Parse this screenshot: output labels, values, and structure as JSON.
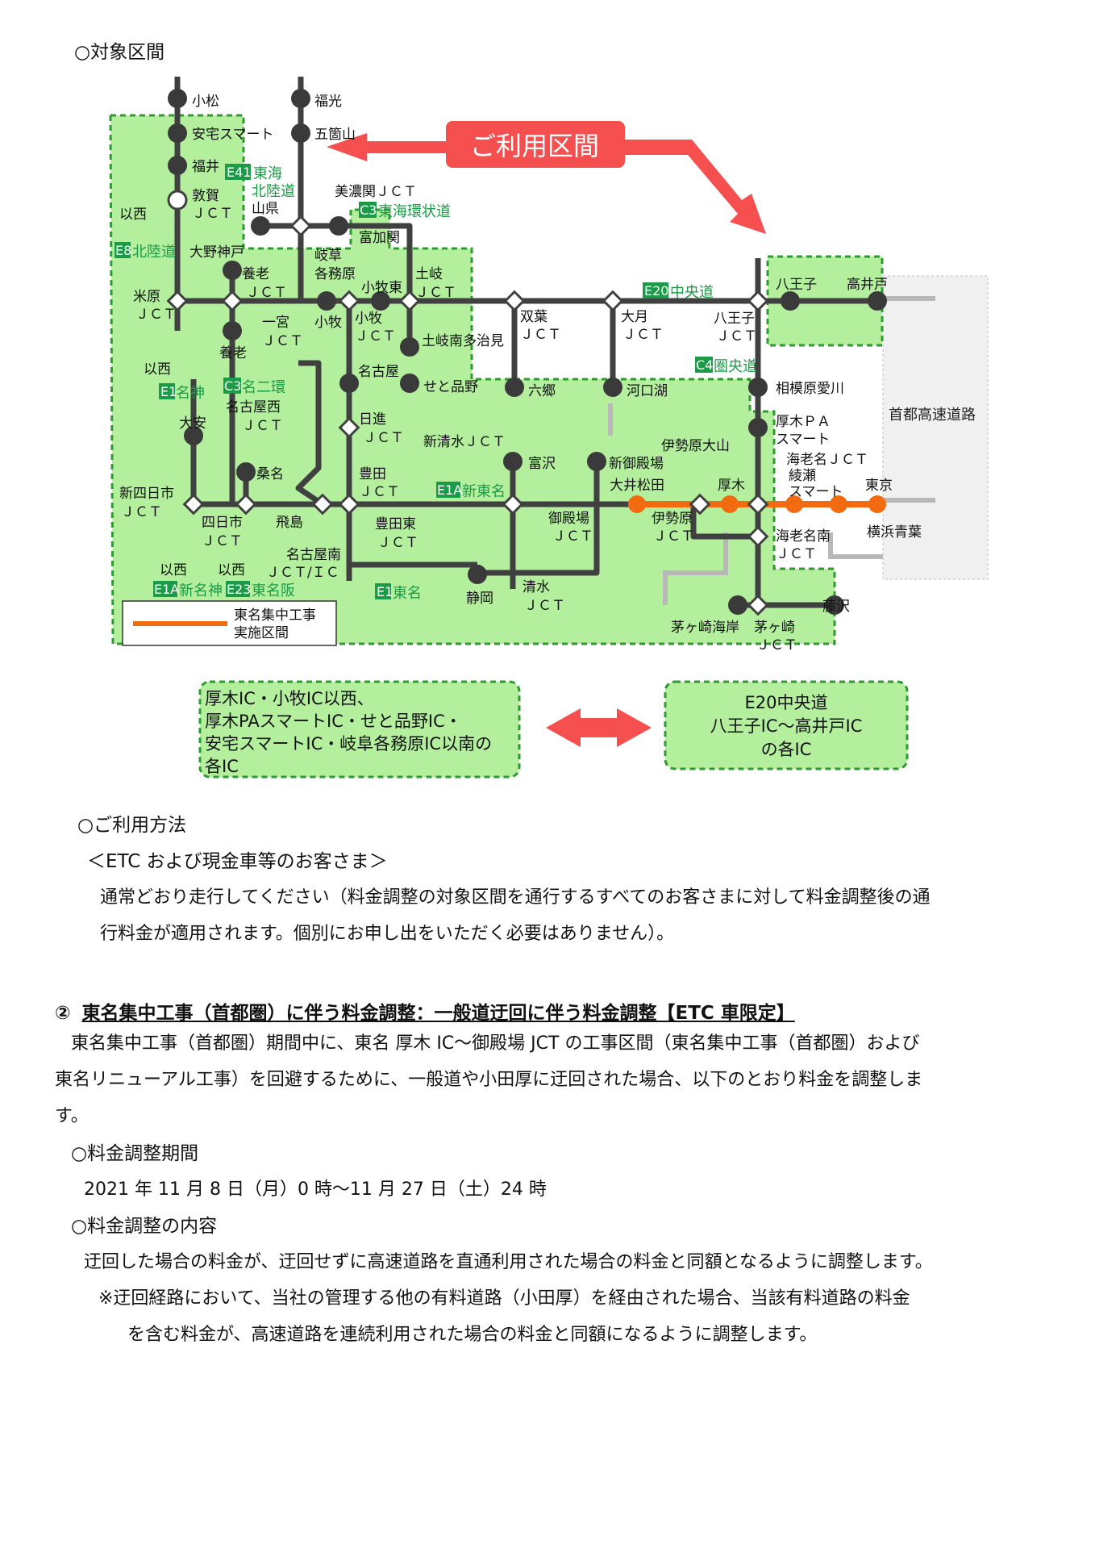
{
  "section1_title": "○対象区間",
  "map": {
    "highlight_label": "ご利用区間",
    "tokyo_expressway_label": "首都高速道路",
    "legend_label_line1": "東名集中工事",
    "legend_label_line2": "実施区間",
    "route_badges": [
      {
        "code": "E41",
        "name": "東海"
      },
      {
        "code": "E8",
        "name": "北陸道"
      },
      {
        "code": "C3",
        "name": "東海環状道"
      },
      {
        "code": "C3",
        "name": "名二環"
      },
      {
        "code": "E1",
        "name": "名神"
      },
      {
        "code": "E20",
        "name": "中央道"
      },
      {
        "code": "C4",
        "name": "圏央道"
      },
      {
        "code": "E1A",
        "name": "新東名"
      },
      {
        "code": "E1A",
        "name": "新名神"
      },
      {
        "code": "E23",
        "name": "東名阪"
      },
      {
        "code": "E1",
        "name": "東名"
      }
    ],
    "route_extra": "北陸道",
    "nodes": {
      "komatsu": "小松",
      "ataka": "安宅スマート",
      "fukui": "福井",
      "tsuruga1": "敦賀",
      "tsuruga2": "ＪＣＴ",
      "ikou_nishi1": "以西",
      "fukumitsu": "福光",
      "gokayama": "五箇山",
      "yamagata": "山県",
      "minoseki": "美濃関ＪＣＴ",
      "tomika": "富加関",
      "ono": "大野神戸",
      "yoro_jct1": "養老",
      "yoro_jct2": "ＪＣＴ",
      "gifu1": "岐草",
      "gifu2": "各務原",
      "komaki_higashi": "小牧東",
      "toki1": "土岐",
      "toki2": "ＪＣＴ",
      "maibara1": "米原",
      "maibara2": "ＪＣＴ",
      "ichinomiya1": "一宮",
      "ichinomiya2": "ＪＣＴ",
      "komaki_ic": "小牧",
      "komaki_jct1": "小牧",
      "komaki_jct2": "ＪＣＴ",
      "toki_minami": "土岐南多治見",
      "yoro": "養老",
      "nagoya": "名古屋",
      "setoshinano": "せと品野",
      "ikou_nishi2": "以西",
      "nagoya_nishi1": "名古屋西",
      "nagoya_nishi2": "ＪＣＴ",
      "nisshin1": "日進",
      "nisshin2": "ＪＣＴ",
      "daian": "大安",
      "kuwana": "桑名",
      "toyota1": "豊田",
      "toyota2": "ＪＣＴ",
      "shin_yokkaichi1": "新四日市",
      "shin_yokkaichi2": "ＪＣＴ",
      "yokkaichi1": "四日市",
      "yokkaichi2": "ＪＣＴ",
      "tobishima": "飛島",
      "toyota_higashi1": "豊田東",
      "toyota_higashi2": "ＪＣＴ",
      "nagoya_minami1": "名古屋南",
      "nagoya_minami2": "ＪＣＴ/ＩＣ",
      "ikou_nishi3": "以西",
      "ikou_nishi4": "以西",
      "shin_shimizu": "新清水ＪＣＴ",
      "fujisawa_sg": "富沢",
      "shin_gotemba": "新御殿場",
      "gotemba1": "御殿場",
      "gotemba2": "ＪＣＴ",
      "shizuoka": "静岡",
      "shimizu1": "清水",
      "shimizu2": "ＪＣＴ",
      "futaba1": "双葉",
      "futaba2": "ＪＣＴ",
      "rokugo": "六郷",
      "otsuki1": "大月",
      "otsuki2": "ＪＣＴ",
      "kawaguchiko": "河口湖",
      "hachioji": "八王子",
      "hachioji_jct1": "八王子",
      "hachioji_jct2": "ＪＣＴ",
      "takaido": "高井戸",
      "sagamihara": "相模原愛川",
      "atsugi_pa1": "厚木ＰＡ",
      "atsugi_pa2": "スマート",
      "isehara_oyama": "伊勢原大山",
      "ebina_jct": "海老名ＪＣＴ",
      "ayase1": "綾瀬",
      "ayase2": "スマート",
      "oi_matsuda": "大井松田",
      "atsugi": "厚木",
      "tokyo": "東京",
      "isehara1": "伊勢原",
      "isehara2": "ＪＣＴ",
      "ebina_minami1": "海老名南",
      "ebina_minami2": "ＪＣＴ",
      "yokohama_aoba": "横浜青葉",
      "fujisawa": "藤沢",
      "chigasaki_kaigan": "茅ヶ崎海岸",
      "chigasaki1": "茅ヶ崎",
      "chigasaki2": "ＪＣＴ"
    },
    "box_left_lines": [
      "厚木IC・小牧IC以西、",
      "厚木PAスマートIC・せと品野IC・",
      "安宅スマートIC・岐阜各務原IC以南の",
      "各IC"
    ],
    "box_right_lines": [
      "E20中央道",
      "八王子IC～高井戸IC",
      "の各IC"
    ],
    "colors": {
      "green_fill": "#b4ef9e",
      "green_border": "#2f9a2f",
      "road": "#404040",
      "construction": "#f26b11",
      "highlight_red": "#f54f4f",
      "badge_green": "#1b9b47",
      "label_green": "#1b9b47",
      "tokyo_gray": "#f0f0f0"
    }
  },
  "usage": {
    "title": "○ご利用方法",
    "subtitle": "＜ETC および現金車等のお客さま＞",
    "line1": "通常どおり走行してください（料金調整の対象区間を通行するすべてのお客さまに対して料金調整後の通",
    "line2": "行料金が適用されます。個別にお申し出をいただく必要はありません）。"
  },
  "section2": {
    "number": "②",
    "title": "東名集中工事（首都圏）に伴う料金調整：一般道迂回に伴う料金調整【ETC 車限定】",
    "para_line1": "東名集中工事（首都圏）期間中に、東名 厚木 IC～御殿場 JCT の工事区間（東名集中工事（首都圏）および",
    "para_line2": "東名リニューアル工事）を回避するために、一般道や小田厚に迂回された場合、以下のとおり料金を調整しま",
    "para_line3": "す。",
    "period_title": "○料金調整期間",
    "period_value": "2021 年 11 月 8 日（月）0 時～11 月 27 日（土）24 時",
    "content_title": "○料金調整の内容",
    "content_line1": "迂回した場合の料金が、迂回せずに高速道路を直通利用された場合の料金と同額となるように調整します。",
    "note_line1": "※迂回経路において、当社の管理する他の有料道路（小田厚）を経由された場合、当該有料道路の料金",
    "note_line2": "を含む料金が、高速道路を連続利用された場合の料金と同額になるように調整します。"
  }
}
